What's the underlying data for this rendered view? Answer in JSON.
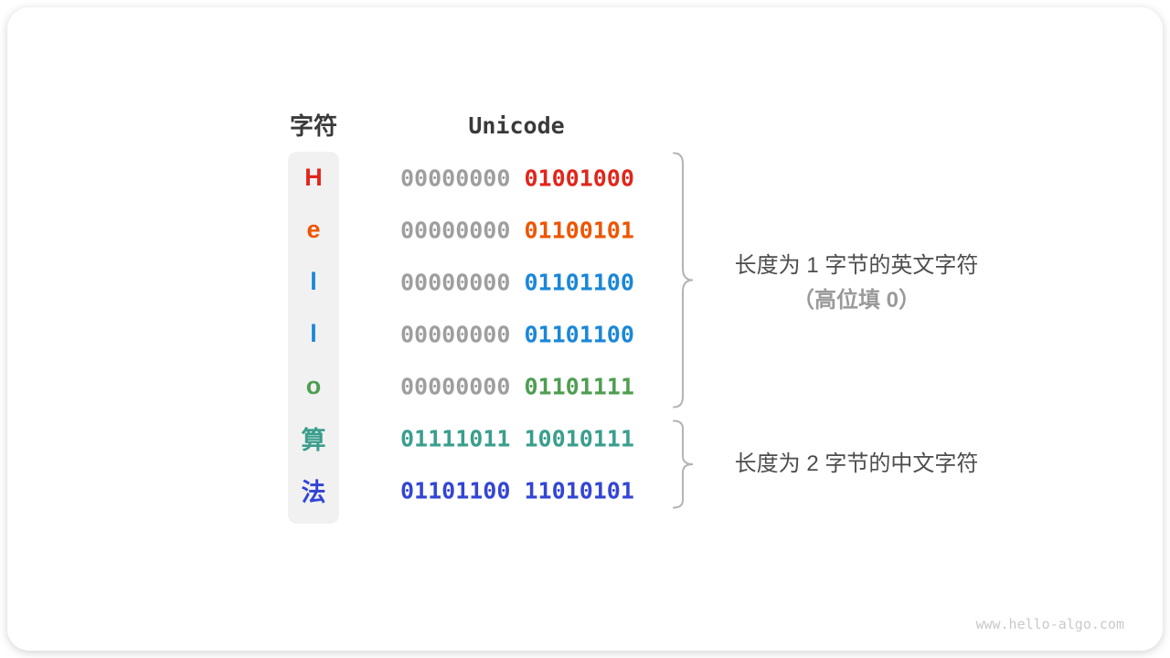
{
  "header": {
    "char_label": "字符",
    "unicode_label": "Unicode"
  },
  "rows": [
    {
      "char": "H",
      "char_color": "#e1251b",
      "bytes": [
        "00000000",
        "01001000"
      ],
      "byte_colors": [
        "#9e9e9e",
        "#e1251b"
      ]
    },
    {
      "char": "e",
      "char_color": "#ee5500",
      "bytes": [
        "00000000",
        "01100101"
      ],
      "byte_colors": [
        "#9e9e9e",
        "#ee5500"
      ]
    },
    {
      "char": "l",
      "char_color": "#1987d8",
      "bytes": [
        "00000000",
        "01101100"
      ],
      "byte_colors": [
        "#9e9e9e",
        "#1987d8"
      ]
    },
    {
      "char": "l",
      "char_color": "#1987d8",
      "bytes": [
        "00000000",
        "01101100"
      ],
      "byte_colors": [
        "#9e9e9e",
        "#1987d8"
      ]
    },
    {
      "char": "o",
      "char_color": "#4e9e50",
      "bytes": [
        "00000000",
        "01101111"
      ],
      "byte_colors": [
        "#9e9e9e",
        "#4e9e50"
      ]
    },
    {
      "char": "算",
      "char_color": "#3a9e8d",
      "bytes": [
        "01111011",
        "10010111"
      ],
      "byte_colors": [
        "#3a9e8d",
        "#3a9e8d"
      ]
    },
    {
      "char": "法",
      "char_color": "#3345d4",
      "bytes": [
        "01101100",
        "11010101"
      ],
      "byte_colors": [
        "#3345d4",
        "#3345d4"
      ]
    }
  ],
  "annotations": {
    "english": {
      "line1": "长度为 1 字节的英文字符",
      "line2": "（高位填 0）"
    },
    "chinese": {
      "line1": "长度为 2 字节的中文字符"
    }
  },
  "colors": {
    "brace": "#b4b4b4",
    "column_bg": "#f1f1f1",
    "gray_byte": "#9e9e9e"
  },
  "watermark": "www.hello-algo.com"
}
